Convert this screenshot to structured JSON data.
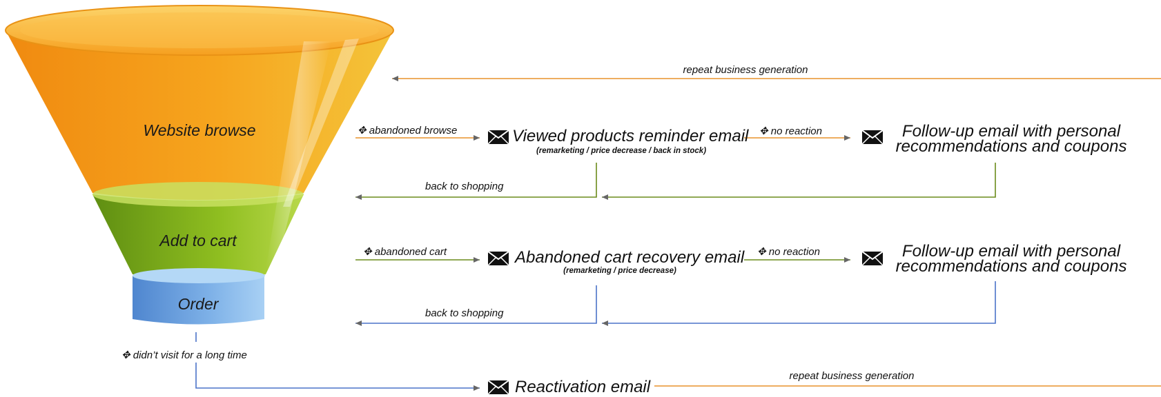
{
  "colors": {
    "funnel_top": "#f59a1a",
    "funnel_middle": "#7ab51d",
    "funnel_bottom": "#6aa0dc",
    "orange_line": "#e8922a",
    "green_line": "#6a8b1a",
    "blue_line": "#4a72c8",
    "gray_line": "#888888"
  },
  "icons": [
    "envelope-icon",
    "move-cross-icon"
  ],
  "funnel": {
    "top": "Website browse",
    "middle": "Add to cart",
    "bottom": "Order"
  },
  "edges": {
    "repeat_top": "repeat business generation",
    "abandoned_browse": "abandoned browse",
    "no_reaction_1": "no reaction",
    "back_to_shopping_1": "back to shopping",
    "abandoned_cart": "abandoned cart",
    "no_reaction_2": "no reaction",
    "back_to_shopping_2": "back to shopping",
    "didnt_visit": "didn’t visit for a long time",
    "repeat_bottom": "repeat business generation"
  },
  "nodes": {
    "viewed_products": {
      "title": "Viewed products reminder email",
      "sub": "(remarketing / price decrease / back in stock)"
    },
    "followup_1": {
      "line1": "Follow-up email with personal",
      "line2": "recommendations and coupons"
    },
    "cart_recovery": {
      "title": "Abandoned cart recovery email",
      "sub": "(remarketing / price decrease)"
    },
    "followup_2": {
      "line1": "Follow-up email with personal",
      "line2": "recommendations and coupons"
    },
    "reactivation": {
      "title": "Reactivation email"
    }
  }
}
